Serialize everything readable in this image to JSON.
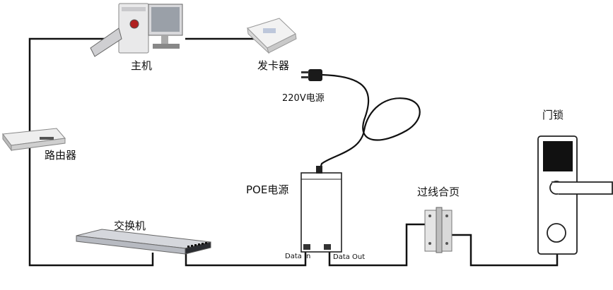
{
  "labels": {
    "host": "主机",
    "card_issuer": "发卡器",
    "power_220v": "220V电源",
    "router": "路由器",
    "door_lock": "门锁",
    "poe_power": "POE电源",
    "hinge": "过线合页",
    "switch": "交换机",
    "data_in": "Data In",
    "data_out": "Data Out"
  },
  "icons": [
    "computer-icon",
    "card-reader-icon",
    "router-icon",
    "network-switch-icon",
    "poe-adapter-icon",
    "power-plug-icon",
    "door-hinge-icon",
    "door-lock-icon"
  ]
}
